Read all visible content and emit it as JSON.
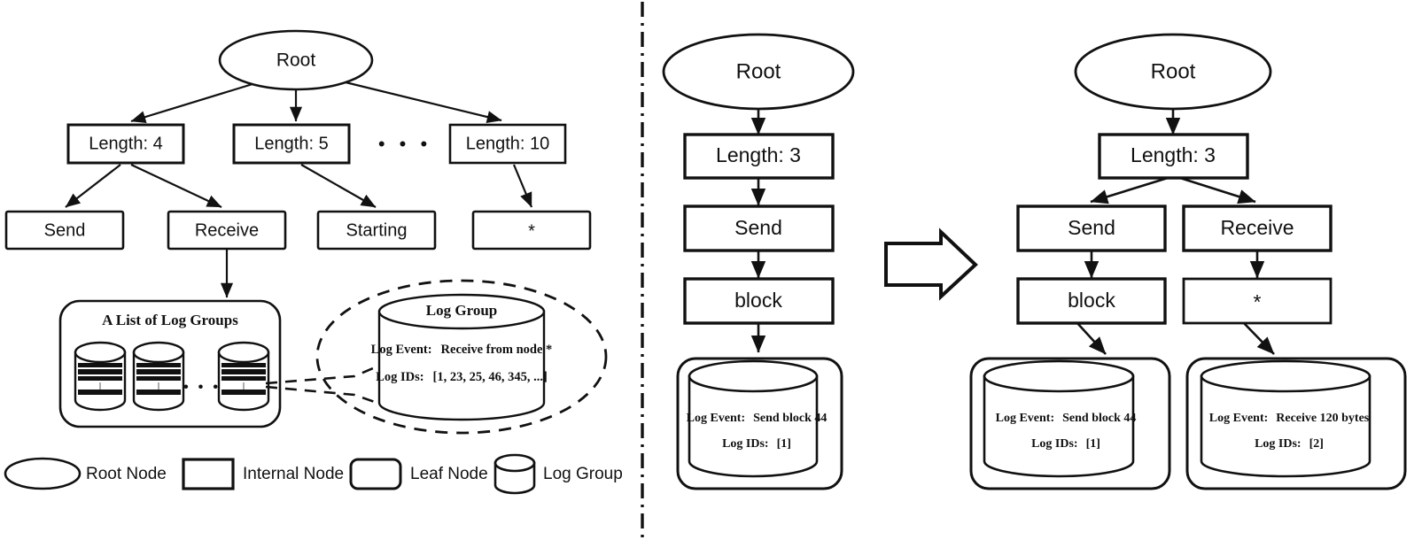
{
  "figure": {
    "title": "Log tree structure and merge illustration",
    "divider": "vertical-dash-dot-divider",
    "transform_arrow": "right-block-arrow"
  },
  "colors": {
    "stroke": "#111111",
    "background": "#ffffff",
    "text": "#111111"
  },
  "left_panel": {
    "root": {
      "label": "Root"
    },
    "internal_nodes": [
      {
        "label": "Length: 4"
      },
      {
        "label": "Length: 5"
      },
      {
        "label": "Length: 10"
      }
    ],
    "ellipsis_between_internal": "• • •",
    "leaf_nodes": [
      {
        "label": "Send"
      },
      {
        "label": "Receive"
      },
      {
        "label": "Starting"
      },
      {
        "label": "*"
      }
    ],
    "log_group_list": {
      "title": "A List of Log Groups",
      "items_count": 3,
      "ellipsis": "• • •"
    },
    "callout": {
      "title": "Log Group",
      "log_event_label": "Log Event:",
      "log_event_value": "Receive from node *",
      "log_ids_label": "Log IDs:",
      "log_ids_value": "[1, 23, 25, 46, 345, ...]"
    }
  },
  "legend": {
    "items": [
      {
        "shape": "ellipse",
        "label": "Root Node"
      },
      {
        "shape": "rectangle",
        "label": "Internal Node"
      },
      {
        "shape": "rounded-rectangle",
        "label": "Leaf Node"
      },
      {
        "shape": "cylinder",
        "label": "Log Group"
      }
    ]
  },
  "middle_panel": {
    "root": {
      "label": "Root"
    },
    "chain": [
      {
        "label": "Length: 3"
      },
      {
        "label": "Send"
      },
      {
        "label": "block"
      }
    ],
    "log_group": {
      "log_event_label": "Log Event:",
      "log_event_value": "Send block 44",
      "log_ids_label": "Log IDs:",
      "log_ids_value": "[1]"
    }
  },
  "right_panel": {
    "root": {
      "label": "Root"
    },
    "internal_node": {
      "label": "Length: 3"
    },
    "branches": [
      {
        "level1": "Send",
        "level2": "block",
        "log_group": {
          "log_event_label": "Log Event:",
          "log_event_value": "Send block 44",
          "log_ids_label": "Log IDs:",
          "log_ids_value": "[1]"
        }
      },
      {
        "level1": "Receive",
        "level2": "*",
        "log_group": {
          "log_event_label": "Log Event:",
          "log_event_value": "Receive 120 bytes",
          "log_ids_label": "Log IDs:",
          "log_ids_value": "[2]"
        }
      }
    ]
  }
}
